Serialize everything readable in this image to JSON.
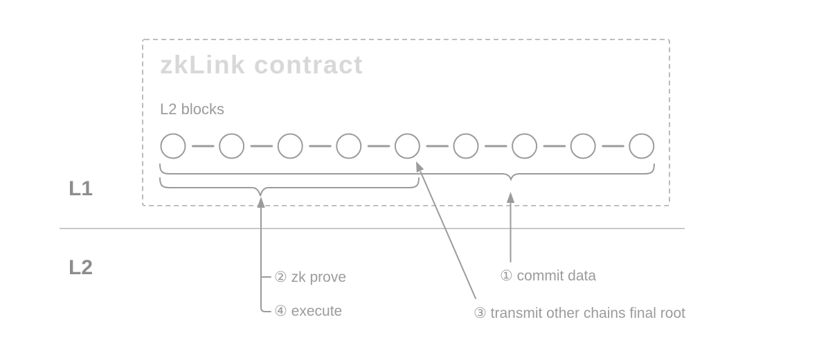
{
  "diagram": {
    "container": {
      "title": "zkLink contract",
      "blocks_label": "L2 blocks"
    },
    "layers": {
      "l1": "L1",
      "l2": "L2"
    },
    "blocks": {
      "count": 9
    },
    "annotations": {
      "commit": "① commit data",
      "zk_prove": "② zk prove",
      "transmit": "③ transmit other chains final root",
      "execute": "④ execute"
    },
    "colors": {
      "stroke": "#9b9b9b",
      "light_title": "#d8d8d8",
      "label": "#8d8d8d",
      "text": "#9b9b9b",
      "dashed_border": "#a9a9a9",
      "divider": "#b5b5b5"
    }
  }
}
